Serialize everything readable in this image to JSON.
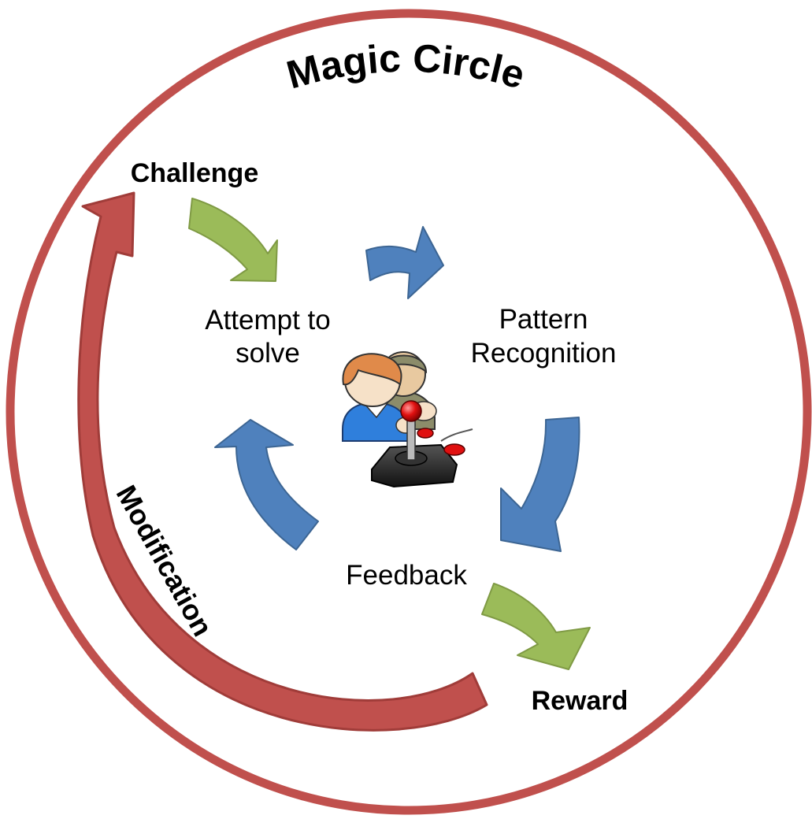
{
  "title": "Magic Circle",
  "labels": {
    "challenge": "Challenge",
    "attempt_line1": "Attempt to",
    "attempt_line2": "solve",
    "pattern_line1": "Pattern",
    "pattern_line2": "Recognition",
    "feedback": "Feedback",
    "reward": "Reward",
    "modification": "Modification"
  },
  "colors": {
    "circle": "#c0504d",
    "modification_arrow": "#c0504d",
    "inner_arrows": "#4f81bd",
    "transition_arrows": "#9bbb59"
  },
  "icons": {
    "center": "players-with-joystick-icon"
  }
}
